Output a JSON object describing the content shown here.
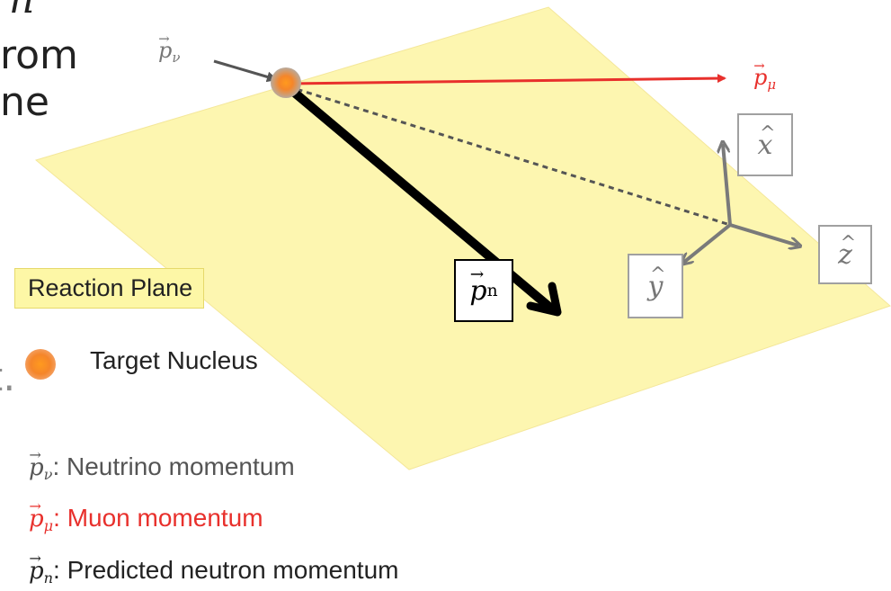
{
  "background_text": {
    "line1": "rom",
    "line2": "ne",
    "line3": "t."
  },
  "diagram": {
    "reaction_plane_label": "Reaction Plane",
    "target_nucleus_label": "Target Nucleus",
    "neutrino_vector_symbol": "p",
    "neutrino_vector_subscript": "ν",
    "muon_vector_symbol": "p",
    "muon_vector_subscript": "μ",
    "neutron_vector_symbol": "p",
    "neutron_vector_subscript": "n",
    "axes": {
      "x": "x",
      "y": "y",
      "z": "z"
    }
  },
  "legend": [
    {
      "symbol": "p",
      "subscript": "ν",
      "text": ": Neutrino momentum",
      "color": "#555555"
    },
    {
      "symbol": "p",
      "subscript": "μ",
      "text": ": Muon momentum",
      "color": "#e8302c"
    },
    {
      "symbol": "p",
      "subscript": "n",
      "text": ": Predicted neutron momentum",
      "color": "#222222"
    }
  ],
  "colors": {
    "plane": "#fdf6b0",
    "muon": "#e8302c",
    "neutrino": "#555555",
    "axes": "#7a7a7a"
  }
}
